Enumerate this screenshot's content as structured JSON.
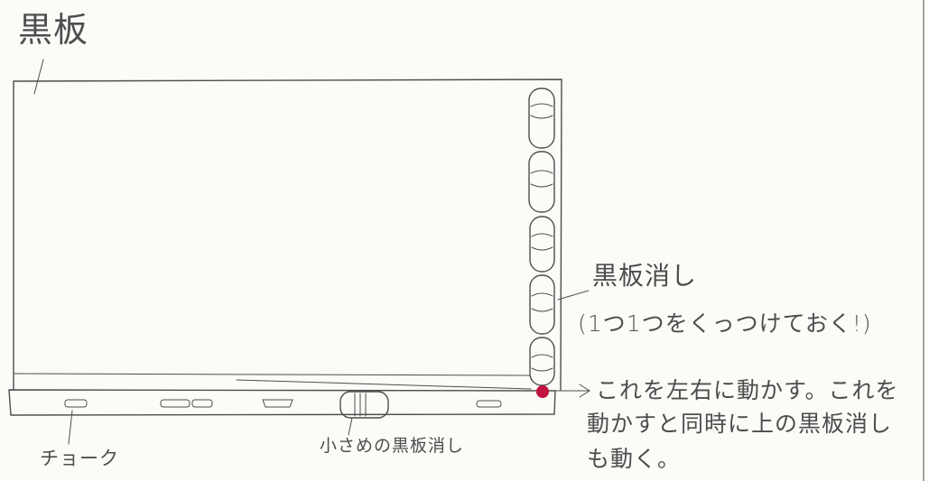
{
  "labels": {
    "board": "黒板",
    "eraser": "黒板消し",
    "eraser_note": "(1つ1つをくっつけておく!)",
    "move_note_line1": "これを左右に動かす。これを",
    "move_note_line2": "動かすと同時に上の黒板消し",
    "move_note_line3": "も動く。",
    "chalk": "チョーク",
    "small_eraser": "小さめの黒板消し"
  },
  "colors": {
    "pencil": "#4d4d4d",
    "marker": "#c2123f",
    "paper": "#fbfbf8"
  }
}
